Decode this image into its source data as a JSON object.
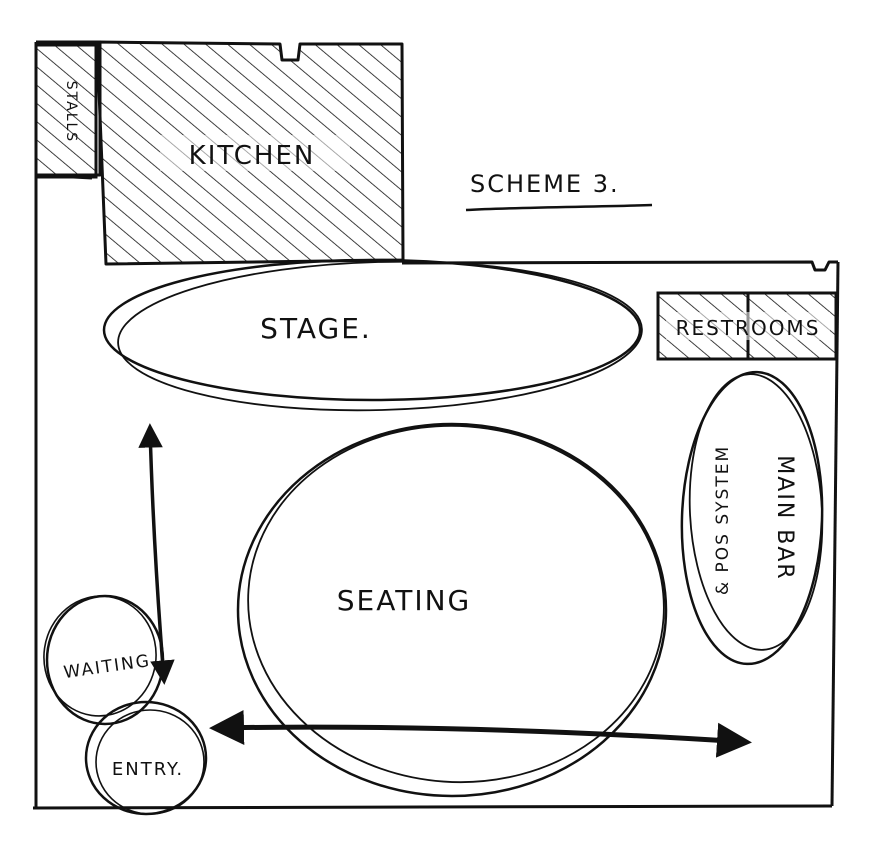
{
  "diagram": {
    "title": "SCHEME 3.",
    "colors": {
      "ink": "#111111",
      "paper": "#ffffff"
    },
    "rooms": {
      "kitchen": "KITCHEN",
      "stalls": "STALLS",
      "stage": "STAGE.",
      "restrooms": "RESTROOMS",
      "main_bar": "MAIN BAR",
      "main_bar_sub": "& POS SYSTEM",
      "seating": "SEATING",
      "waiting": "WAITING",
      "entry": "ENTRY."
    }
  }
}
